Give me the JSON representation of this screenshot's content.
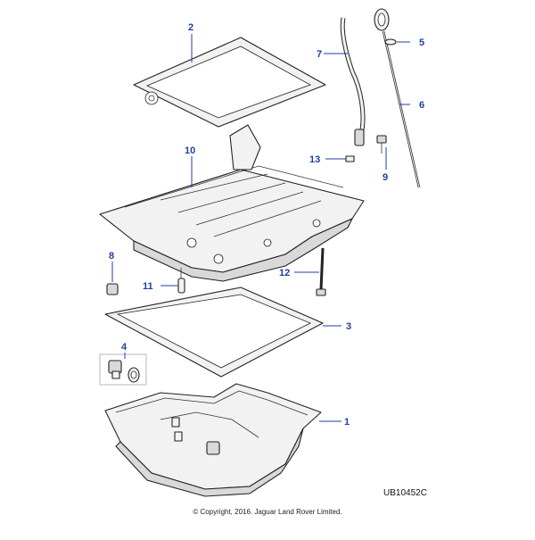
{
  "diagram": {
    "reference_code": "UB10452C",
    "copyright": "© Copyright, 2016. Jaguar Land Rover Limited.",
    "callouts": [
      "1",
      "2",
      "3",
      "4",
      "5",
      "6",
      "7",
      "8",
      "9",
      "10",
      "11",
      "12",
      "13"
    ]
  }
}
